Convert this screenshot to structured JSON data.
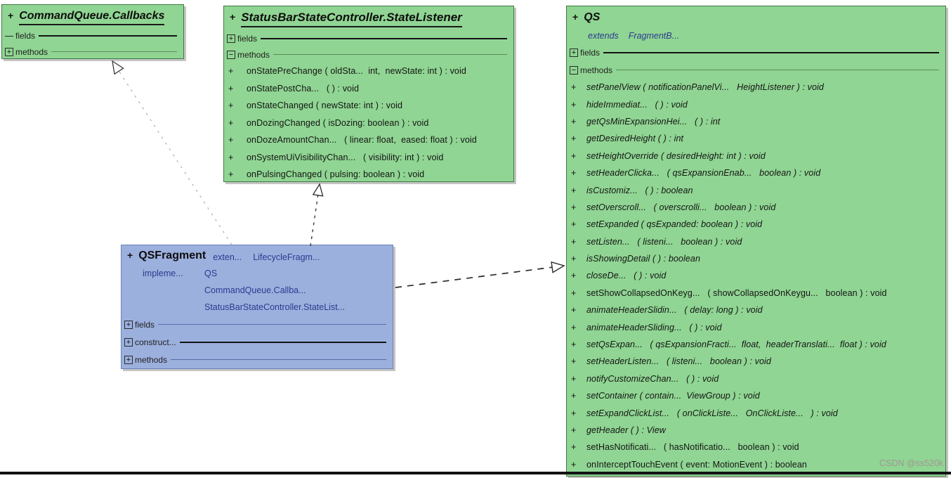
{
  "colors": {
    "green_fill": "#90d593",
    "blue_fill": "#9cb0de",
    "keyword_navy": "#2b3a8f"
  },
  "watermark": "CSDN @ss520k",
  "classes": {
    "callbacks": {
      "vis": "+",
      "title": "CommandQueue.Callbacks",
      "sections": [
        {
          "icon": "dash",
          "label": "fields",
          "line": "thick"
        },
        {
          "icon": "plus",
          "label": "methods",
          "line": "thin"
        }
      ]
    },
    "statelistener": {
      "vis": "+",
      "title": "StatusBarStateController.StateListener",
      "sections": [
        {
          "icon": "plus",
          "label": "fields",
          "line": "thick"
        },
        {
          "icon": "minus",
          "label": "methods",
          "line": "thin"
        }
      ],
      "methods": [
        {
          "v": "+",
          "text": "onStatePreChange ( oldSta...  int,  newState: int ) : void",
          "italic": false
        },
        {
          "v": "+",
          "text": "onStatePostCha...   ( ) : void",
          "italic": false
        },
        {
          "v": "+",
          "text": "onStateChanged ( newState: int ) : void",
          "italic": false
        },
        {
          "v": "+",
          "text": "onDozingChanged ( isDozing: boolean ) : void",
          "italic": false
        },
        {
          "v": "+",
          "text": "onDozeAmountChan...   ( linear: float,  eased: float ) : void",
          "italic": false
        },
        {
          "v": "+",
          "text": "onSystemUiVisibilityChan...   ( visibility: int ) : void",
          "italic": false
        },
        {
          "v": "+",
          "text": "onPulsingChanged ( pulsing: boolean ) : void",
          "italic": false
        }
      ]
    },
    "qsfragment": {
      "vis": "+",
      "title": "QSFragment",
      "extends_kw": "exten...",
      "extends_type": "LifecycleFragm...",
      "implements_kw": "impleme...",
      "implements_types": [
        "QS",
        "CommandQueue.Callba...",
        "StatusBarStateController.StateList..."
      ],
      "sections": [
        {
          "icon": "plus",
          "label": "fields",
          "line": "thin"
        },
        {
          "icon": "plus",
          "label": "construct...",
          "line": "thick"
        },
        {
          "icon": "plus",
          "label": "methods",
          "line": "thin"
        }
      ]
    },
    "qs": {
      "vis": "+",
      "title": "QS",
      "extends_kw": "extends",
      "extends_type": "FragmentB...",
      "sections": [
        {
          "icon": "plus",
          "label": "fields",
          "line": "thick"
        },
        {
          "icon": "minus",
          "label": "methods",
          "line": "thin"
        }
      ],
      "methods": [
        {
          "v": "+",
          "text": "setPanelView ( notificationPanelVi...   HeightListener ) : void",
          "italic": true
        },
        {
          "v": "+",
          "text": "hideImmediat...   ( ) : void",
          "italic": true
        },
        {
          "v": "+",
          "text": "getQsMinExpansionHei...   ( ) : int",
          "italic": true
        },
        {
          "v": "+",
          "text": "getDesiredHeight ( ) : int",
          "italic": true
        },
        {
          "v": "+",
          "text": "setHeightOverride ( desiredHeight: int ) : void",
          "italic": true
        },
        {
          "v": "+",
          "text": "setHeaderClicka...   ( qsExpansionEnab...   boolean ) : void",
          "italic": true
        },
        {
          "v": "+",
          "text": "isCustomiz...   ( ) : boolean",
          "italic": true
        },
        {
          "v": "+",
          "text": "setOverscroll...   ( overscrolli...   boolean ) : void",
          "italic": true
        },
        {
          "v": "+",
          "text": "setExpanded ( qsExpanded: boolean ) : void",
          "italic": true
        },
        {
          "v": "+",
          "text": "setListen...   ( listeni...   boolean ) : void",
          "italic": true
        },
        {
          "v": "+",
          "text": "isShowingDetail ( ) : boolean",
          "italic": true
        },
        {
          "v": "+",
          "text": "closeDe...   ( ) : void",
          "italic": true
        },
        {
          "v": "+",
          "text": "setShowCollapsedOnKeyg...   ( showCollapsedOnKeygu...   boolean ) : void",
          "italic": false
        },
        {
          "v": "+",
          "text": "animateHeaderSlidin...   ( delay: long ) : void",
          "italic": true
        },
        {
          "v": "+",
          "text": "animateHeaderSliding...   ( ) : void",
          "italic": true
        },
        {
          "v": "+",
          "text": "setQsExpan...   ( qsExpansionFracti...  float,  headerTranslati...  float ) : void",
          "italic": true
        },
        {
          "v": "+",
          "text": "setHeaderListen...   ( listeni...   boolean ) : void",
          "italic": true
        },
        {
          "v": "+",
          "text": "notifyCustomizeChan...   ( ) : void",
          "italic": true
        },
        {
          "v": "+",
          "text": "setContainer ( contain...  ViewGroup ) : void",
          "italic": true
        },
        {
          "v": "+",
          "text": "setExpandClickList...   ( onClickListe...   OnClickListe...   ) : void",
          "italic": true
        },
        {
          "v": "+",
          "text": "getHeader ( ) : View",
          "italic": true
        },
        {
          "v": "+",
          "text": "setHasNotificati...   ( hasNotificatio...   boolean ) : void",
          "italic": false
        },
        {
          "v": "+",
          "text": "onInterceptTouchEvent ( event: MotionEvent ) : boolean",
          "italic": false
        }
      ]
    }
  }
}
